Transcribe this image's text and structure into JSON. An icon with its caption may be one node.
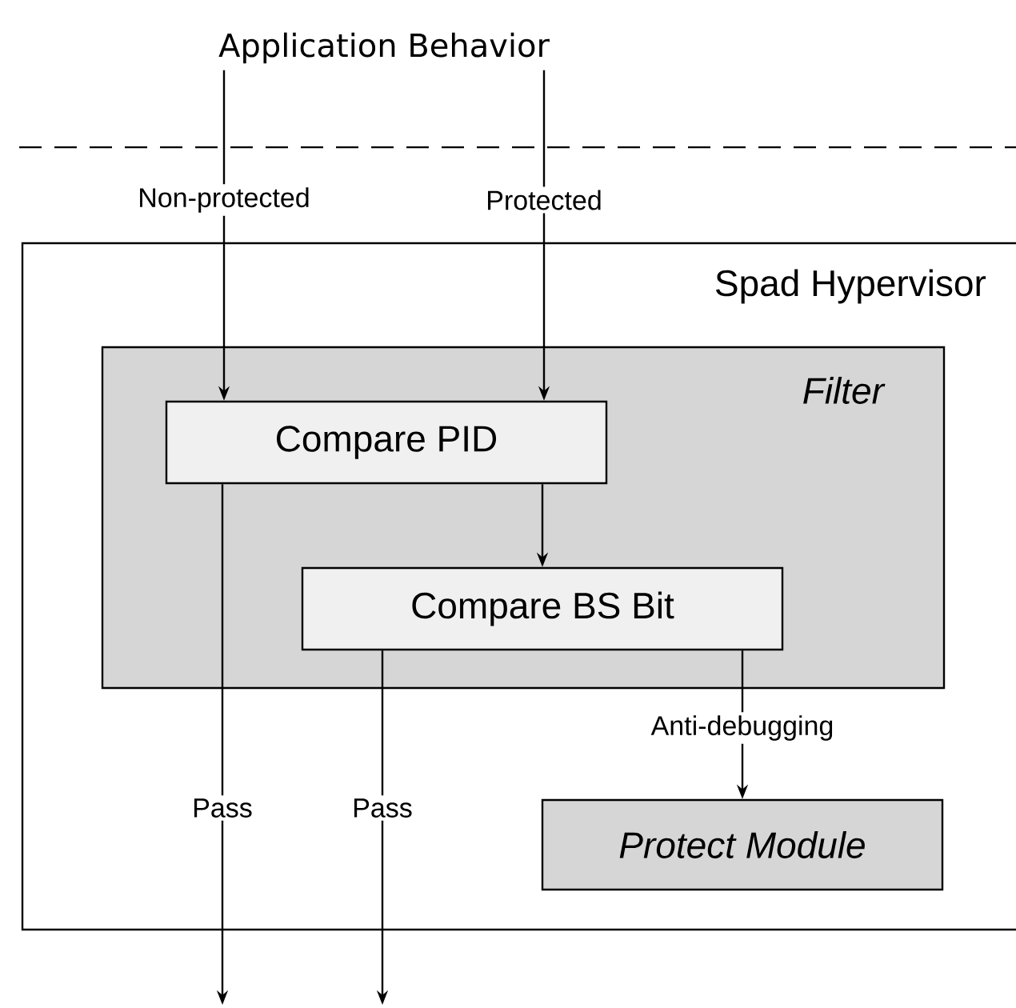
{
  "diagram": {
    "nodes": [
      {
        "text": [
          "Application Behavior"
        ]
      },
      {
        "text": [
          "Spad Hypervisor"
        ]
      },
      {
        "text": [
          "Filter"
        ],
        "in": 1
      },
      {
        "text": [
          "Compare PID"
        ],
        "in": 2
      },
      {
        "text": [
          "Compare BS Bit"
        ],
        "in": 2
      },
      {
        "text": [
          "Protect Module"
        ],
        "in": 1
      }
    ],
    "edges": [
      {
        "from": 0,
        "to": 3,
        "arrow": "to",
        "label": "Non-protected"
      },
      {
        "from": 0,
        "to": 3,
        "arrow": "to",
        "label": "Protected"
      },
      {
        "from": 3,
        "to": 4,
        "arrow": "to"
      },
      {
        "from": 3,
        "to": null,
        "arrow": "to",
        "label": "Pass"
      },
      {
        "from": 4,
        "to": null,
        "arrow": "to",
        "label": "Pass"
      },
      {
        "from": 4,
        "to": 5,
        "arrow": "to",
        "label": "Anti-debugging"
      }
    ]
  }
}
